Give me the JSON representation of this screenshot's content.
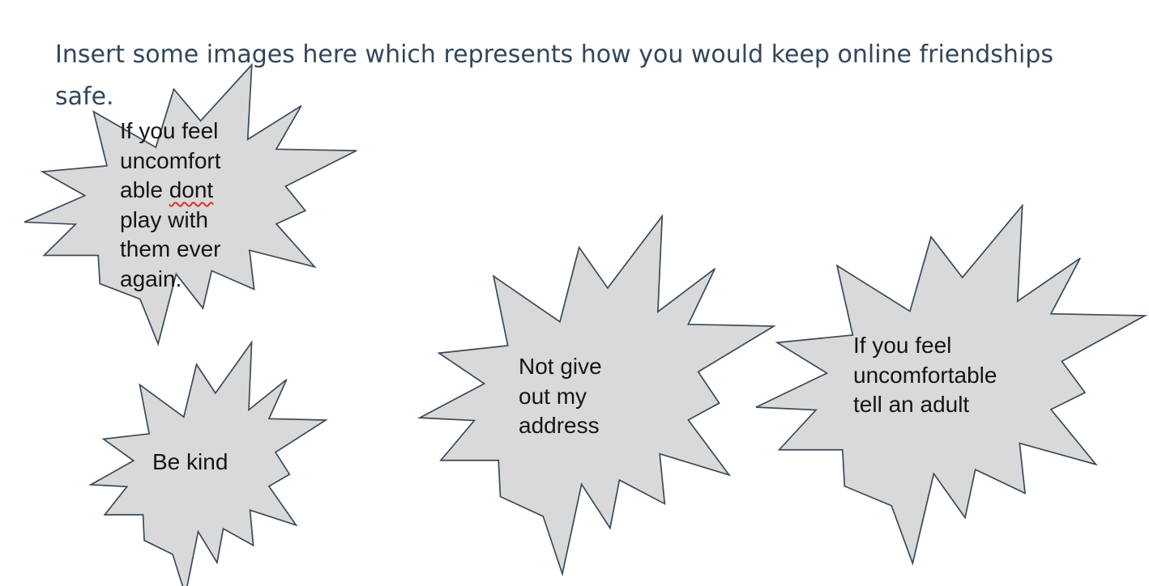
{
  "document": {
    "heading": {
      "line1": "Insert some images here which represents how you would keep online friendships",
      "line2": "safe."
    }
  },
  "colors": {
    "heading_text": "#33475a",
    "shape_fill": "#d9d9d9",
    "shape_outline": "#3b4a59",
    "shape_text": "#151515",
    "spellcheck_squiggle": "#e0301e"
  },
  "shape1": {
    "line1": "If you feel",
    "line2": "uncomfort",
    "line3_part1": "able ",
    "line3_misspelled": "dont",
    "line4": "play with",
    "line5": "them ever",
    "line6": "again."
  },
  "shape2": {
    "label": "Be kind"
  },
  "shape3": {
    "line1": "Not give",
    "line2": "out my",
    "line3": "address"
  },
  "shape4": {
    "line1": "If you feel",
    "line2": "uncomfortable",
    "line3": "tell an adult"
  }
}
